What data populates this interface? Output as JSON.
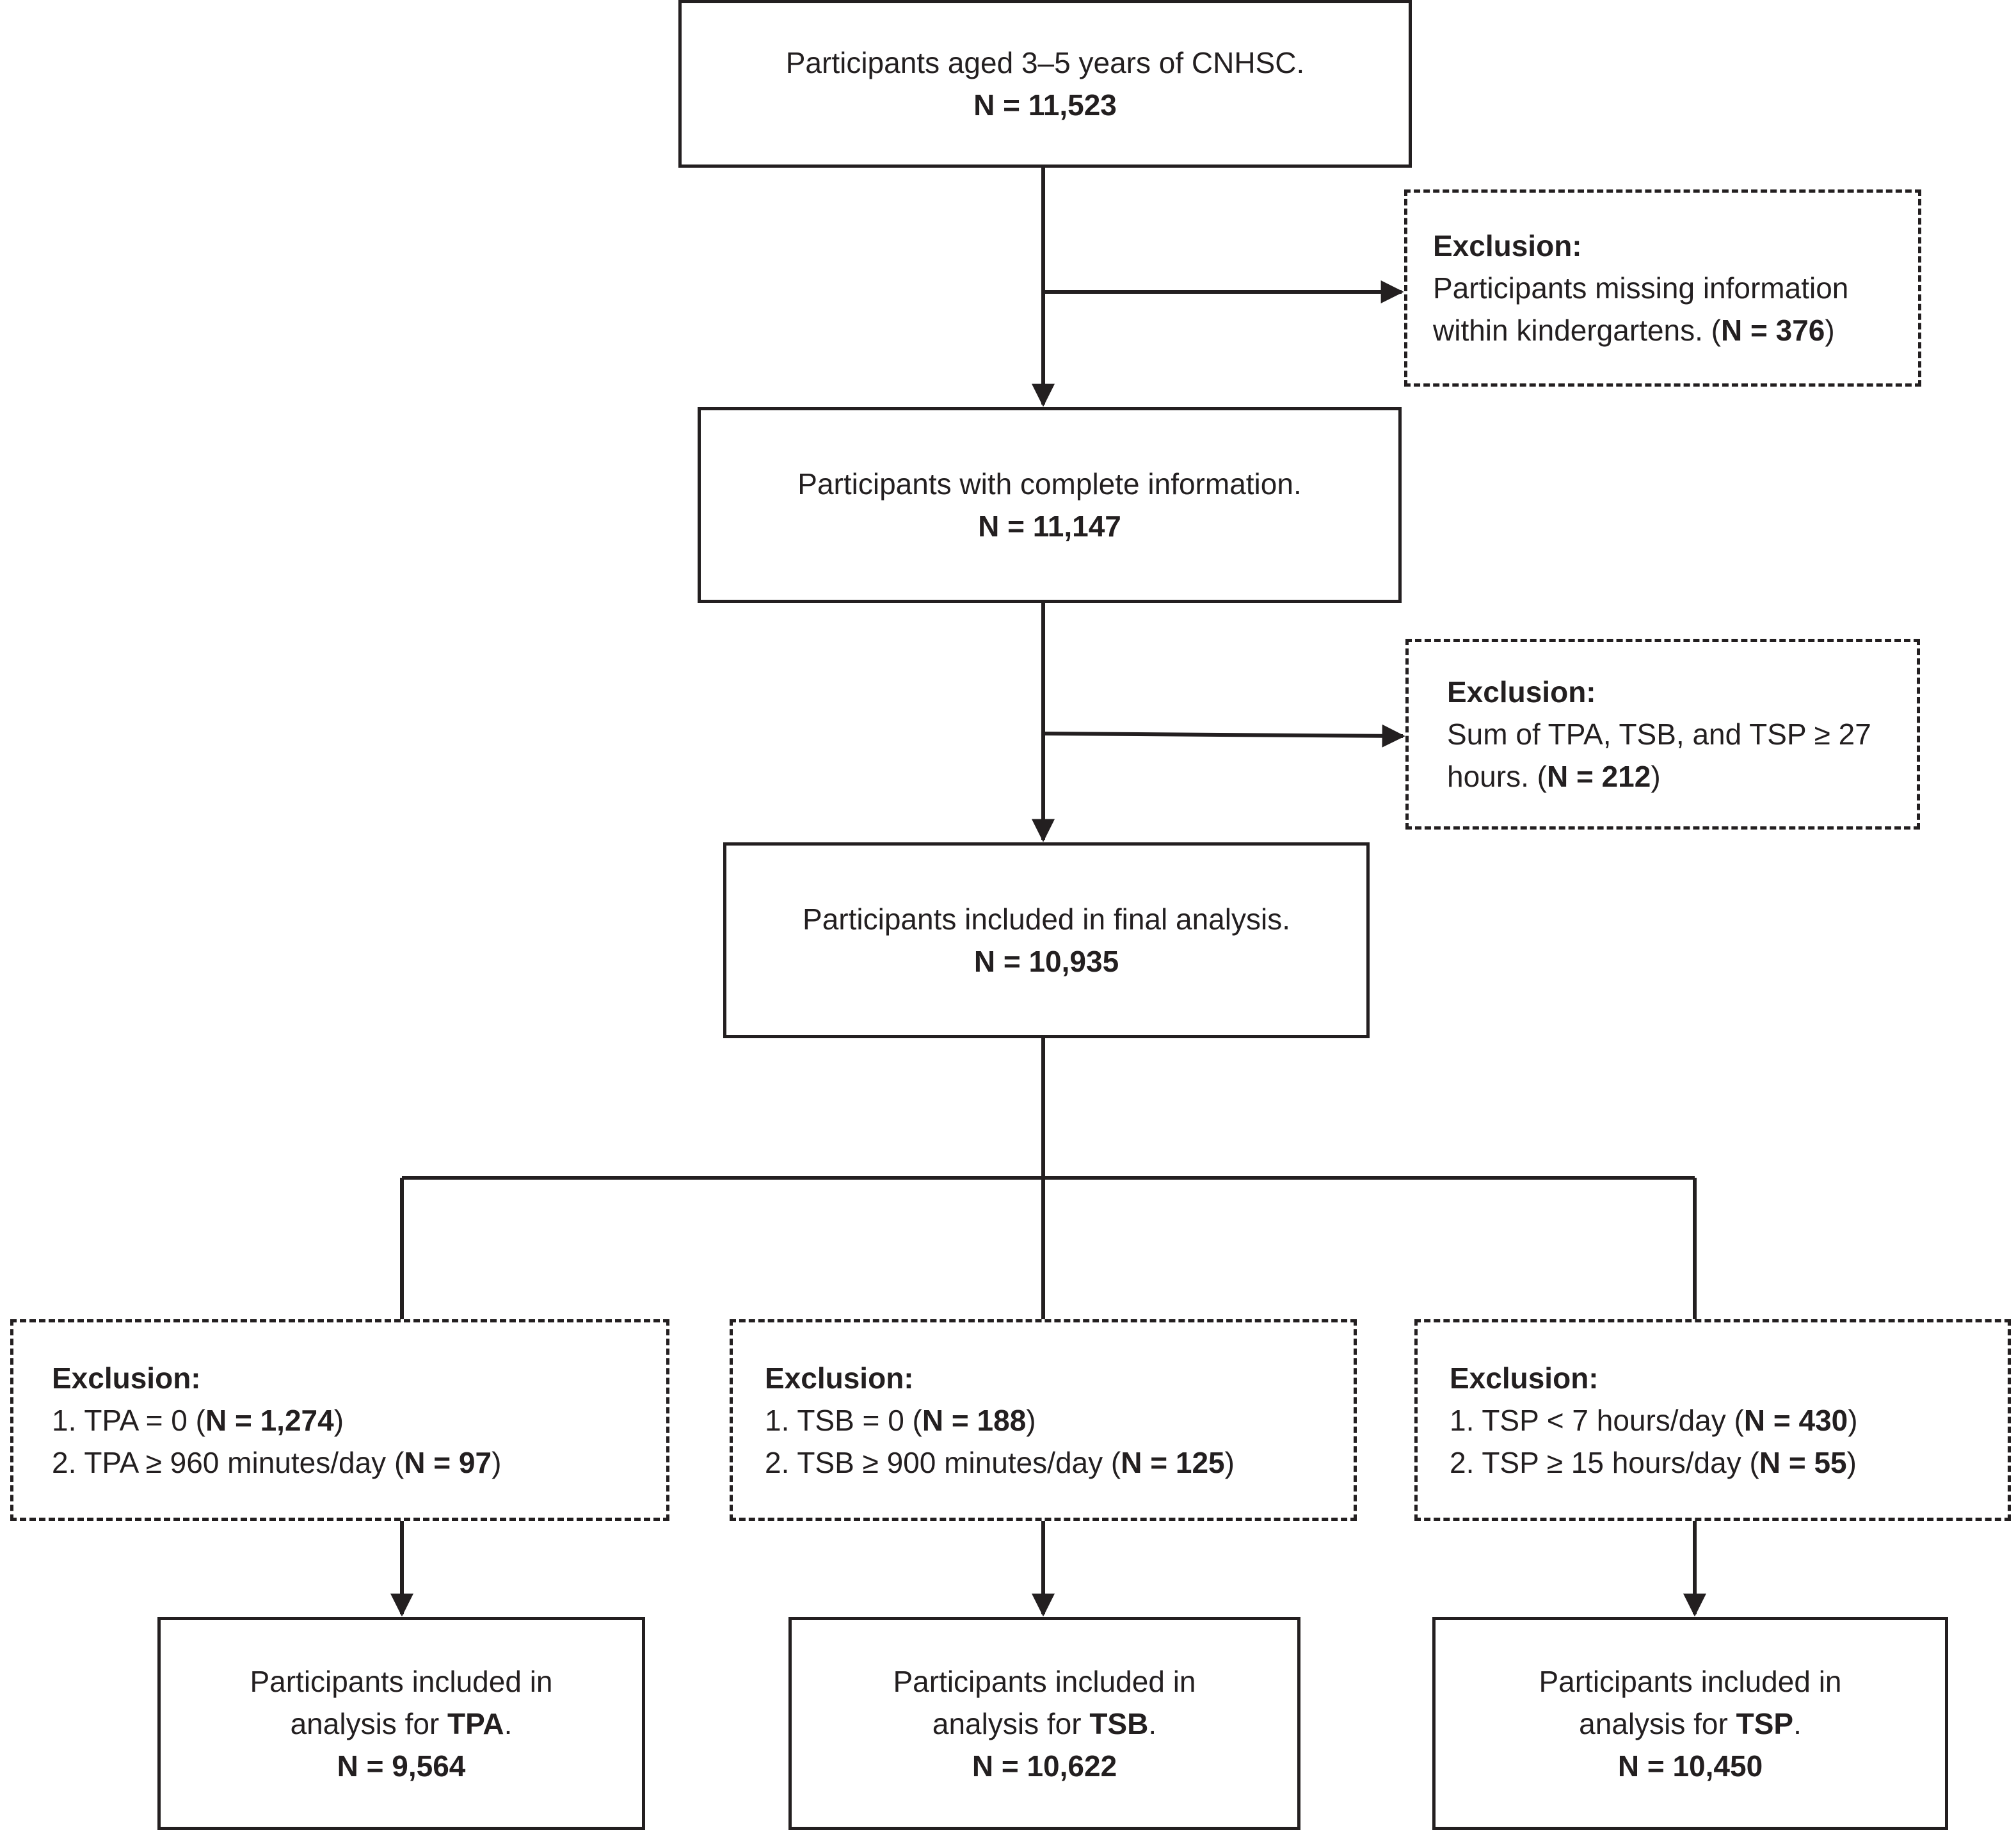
{
  "nodes": {
    "start": {
      "text": "Participants aged 3–5 years of CNHSC.",
      "n": "N = 11,523"
    },
    "complete": {
      "text": "Participants with complete information.",
      "n": "N = 11,147"
    },
    "final": {
      "text": "Participants included in final analysis.",
      "n": "N = 10,935"
    },
    "tpa": {
      "line1": "Participants included in",
      "line2_prefix": "analysis for ",
      "line2_bold": "TPA",
      "line2_suffix": ".",
      "n": "N = 9,564"
    },
    "tsb": {
      "line1": "Participants included in",
      "line2_prefix": "analysis for ",
      "line2_bold": "TSB",
      "line2_suffix": ".",
      "n": "N = 10,622"
    },
    "tsp": {
      "line1": "Participants included in",
      "line2_prefix": "analysis for ",
      "line2_bold": "TSP",
      "line2_suffix": ".",
      "n": "N = 10,450"
    }
  },
  "exclusions": {
    "missing": {
      "heading": "Exclusion:",
      "line1": "Participants missing information",
      "line2_prefix": "within kindergartens. (",
      "line2_bold": "N = 376",
      "line2_suffix": ")"
    },
    "sum": {
      "heading": "Exclusion:",
      "line1": "Sum of TPA, TSB, and TSP ≥ 27",
      "line2_prefix": "hours. (",
      "line2_bold": "N = 212",
      "line2_suffix": ")"
    },
    "tpa": {
      "heading": "Exclusion:",
      "items": [
        {
          "prefix": "1. TPA = 0 (",
          "bold": "N = 1,274",
          "suffix": ")"
        },
        {
          "prefix": "2. TPA ≥ 960 minutes/day (",
          "bold": "N = 97",
          "suffix": ")"
        }
      ]
    },
    "tsb": {
      "heading": "Exclusion:",
      "items": [
        {
          "prefix": "1. TSB = 0 (",
          "bold": "N = 188",
          "suffix": ")"
        },
        {
          "prefix": "2. TSB ≥ 900 minutes/day (",
          "bold": "N = 125",
          "suffix": ")"
        }
      ]
    },
    "tsp": {
      "heading": "Exclusion:",
      "items": [
        {
          "prefix": "1. TSP < 7 hours/day (",
          "bold": "N = 430",
          "suffix": ")"
        },
        {
          "prefix": "2. TSP ≥ 15 hours/day (",
          "bold": "N = 55",
          "suffix": ")"
        }
      ]
    }
  },
  "colors": {
    "ink": "#231f20",
    "background": "#ffffff"
  }
}
